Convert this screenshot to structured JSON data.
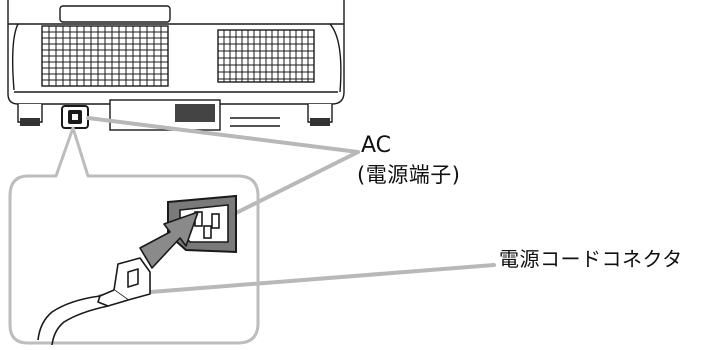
{
  "labels": {
    "ac": "AC",
    "terminal": "(電源端子)",
    "connector": "電源コードコネクタ"
  },
  "colors": {
    "leader_line": "#b8b8b8",
    "outline": "#1a1a1a",
    "arrow_fill": "#8a8a8a",
    "inlet_face": "#7a7a7a",
    "callout_frame": "#bdbdbd"
  },
  "icons": {
    "projector": "projector-rear-illustration",
    "inlet": "ac-inlet-icon",
    "plug": "power-plug-icon",
    "arrow": "insert-arrow-icon"
  }
}
